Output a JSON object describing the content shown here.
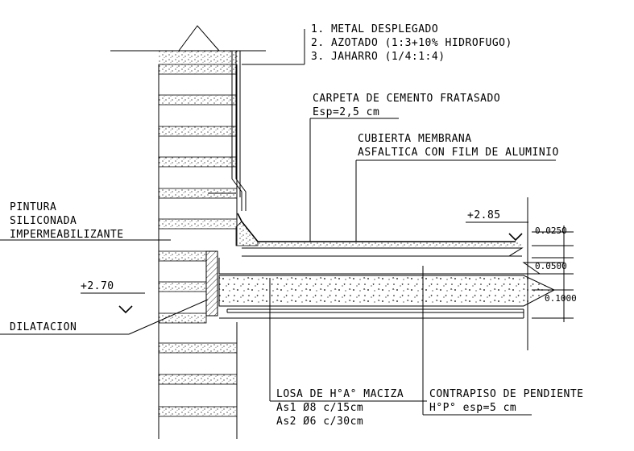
{
  "notes": {
    "finish_list": [
      "1. METAL DESPLEGADO",
      "2. AZOTADO (1:3+10% HIDROFUGO)",
      "3. JAHARRO (1/4:1:4)"
    ],
    "carpeta": [
      "CARPETA DE CEMENTO FRATASADO",
      "Esp=2,5 cm"
    ],
    "cubierta": [
      "CUBIERTA MEMBRANA",
      "ASFALTICA CON FILM DE ALUMINIO"
    ],
    "pintura": [
      "PINTURA",
      "SILICONADA",
      "IMPERMEABILIZANTE"
    ],
    "dilatacion": "DILATACION",
    "losa": [
      "LOSA DE H°A° MACIZA",
      "As1 Ø8 c/15cm",
      "As2 Ø6 c/30cm"
    ],
    "contrapiso": [
      "CONTRAPISO DE PENDIENTE",
      "H°P° esp=5 cm"
    ]
  },
  "levels": {
    "top": "+2.85",
    "bottom": "+2.70"
  },
  "dimensions": [
    "0.0250",
    "0.0500",
    "0.1000"
  ]
}
